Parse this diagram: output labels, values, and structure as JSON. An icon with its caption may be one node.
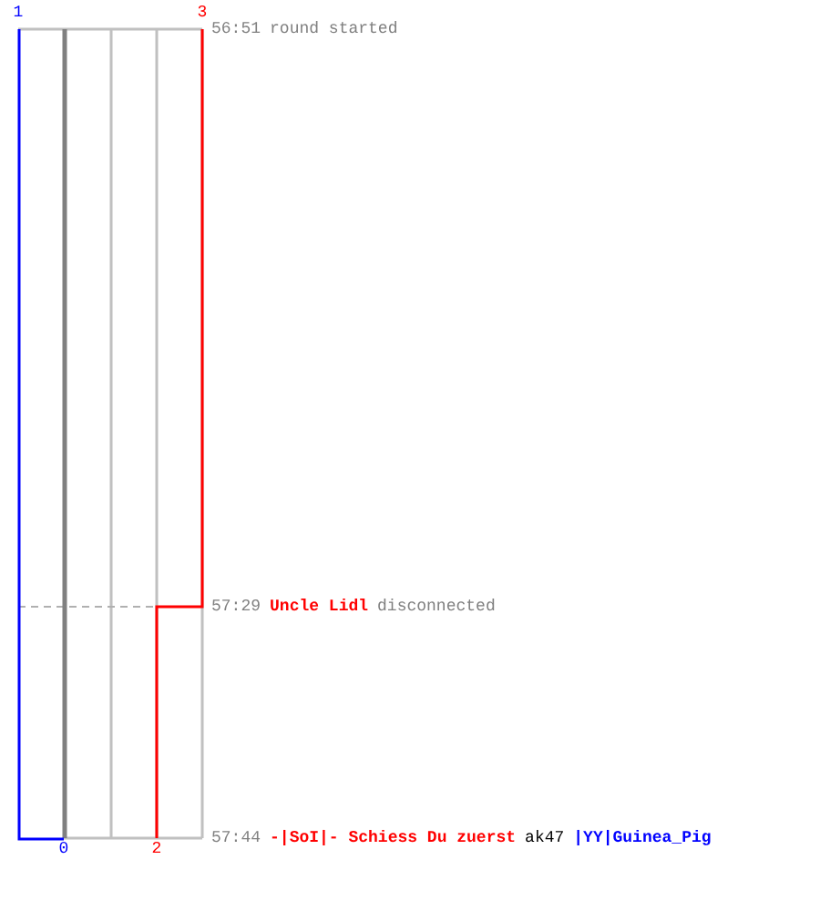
{
  "diagram": {
    "labels": [
      "1",
      "3",
      "56:51",
      "round started",
      "57:29",
      "Uncle Lidl",
      "disconnected",
      "57:44",
      "-|SoI|- Schiess Du zuerst",
      "ak47",
      "|YY|Guinea_Pig",
      "0",
      "2"
    ]
  }
}
